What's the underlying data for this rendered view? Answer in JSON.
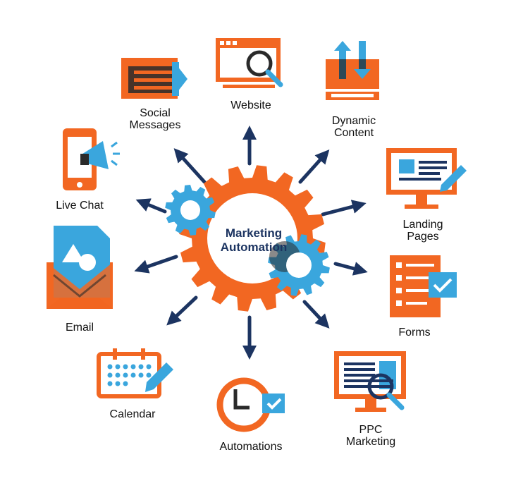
{
  "center": {
    "line1": "Marketing",
    "line2": "Automation"
  },
  "items": [
    {
      "icon": "website-browser-icon",
      "lines": [
        "Website"
      ]
    },
    {
      "icon": "dynamic-content-icon",
      "lines": [
        "Dynamic",
        "Content"
      ]
    },
    {
      "icon": "landing-pages-monitor-icon",
      "lines": [
        "Landing",
        "Pages"
      ]
    },
    {
      "icon": "forms-icon",
      "lines": [
        "Forms"
      ]
    },
    {
      "icon": "ppc-marketing-monitor-icon",
      "lines": [
        "PPC",
        "Marketing"
      ]
    },
    {
      "icon": "automations-clock-icon",
      "lines": [
        "Automations"
      ]
    },
    {
      "icon": "calendar-icon",
      "lines": [
        "Calendar"
      ]
    },
    {
      "icon": "email-envelope-icon",
      "lines": [
        "Email"
      ]
    },
    {
      "icon": "live-chat-phone-icon",
      "lines": [
        "Live Chat"
      ]
    },
    {
      "icon": "social-messages-icon",
      "lines": [
        "Social",
        "Messages"
      ]
    }
  ],
  "colors": {
    "orange": "#f26722",
    "blue": "#3aa6dd",
    "navy": "#1c3461",
    "dark": "#2a2a2a",
    "text": "#111111"
  }
}
